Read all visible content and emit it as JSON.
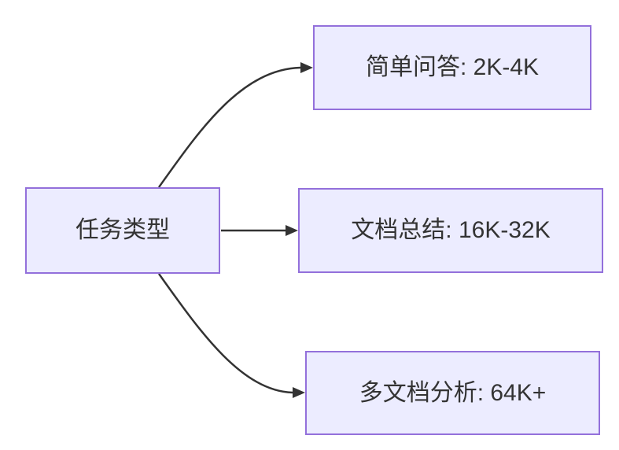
{
  "diagram": {
    "type": "flowchart",
    "direction": "left-to-right",
    "root": {
      "id": "task-type",
      "label": "任务类型"
    },
    "children": [
      {
        "id": "simple-qa",
        "label": "简单问答: 2K-4K"
      },
      {
        "id": "doc-summary",
        "label": "文档总结: 16K-32K"
      },
      {
        "id": "multi-doc",
        "label": "多文档分析: 64K+"
      }
    ],
    "edges": [
      {
        "from": "task-type",
        "to": "simple-qa"
      },
      {
        "from": "task-type",
        "to": "doc-summary"
      },
      {
        "from": "task-type",
        "to": "multi-doc"
      }
    ],
    "colors": {
      "node_fill": "#ECECFF",
      "node_border": "#9370DB",
      "edge": "#333333",
      "text": "#333333",
      "background": "#ffffff"
    }
  }
}
